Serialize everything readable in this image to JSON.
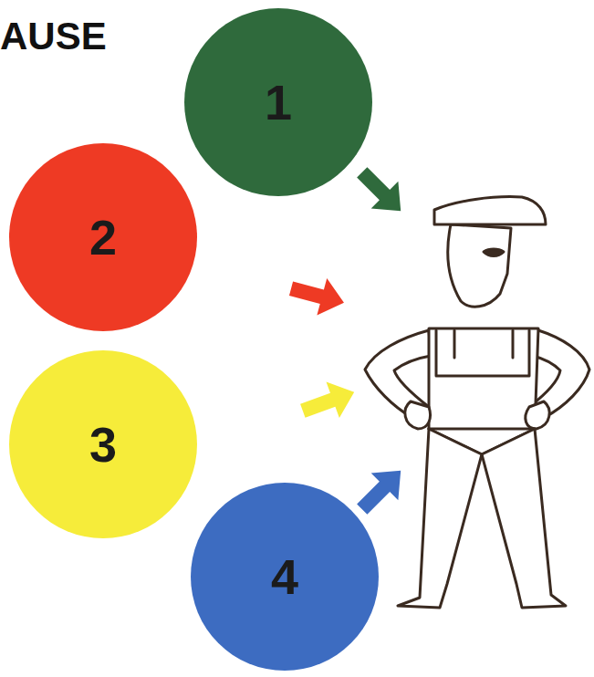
{
  "diagram": {
    "title": "AUSE",
    "nodes": [
      {
        "text": [
          "1"
        ]
      },
      {
        "text": [
          "2"
        ]
      },
      {
        "text": [
          "3"
        ]
      },
      {
        "text": [
          "4"
        ]
      }
    ]
  }
}
